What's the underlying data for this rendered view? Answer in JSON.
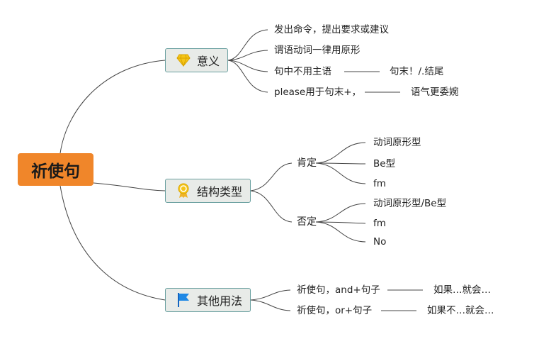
{
  "root": {
    "label": "祈使句"
  },
  "branches": [
    {
      "label": "意义",
      "icon": "diamond-icon",
      "items": [
        {
          "text": "发出命令，提出要求或建议"
        },
        {
          "text": "谓语动词一律用原形"
        },
        {
          "text": "句中不用主语",
          "note": "句末！/.结尾"
        },
        {
          "text": "please用于句末+，",
          "note": "语气更委婉"
        }
      ]
    },
    {
      "label": "结构类型",
      "icon": "award-icon",
      "groups": [
        {
          "label": "肯定",
          "items": [
            "动词原形型",
            "Be型",
            "fm"
          ]
        },
        {
          "label": "否定",
          "items": [
            "动词原形型/Be型",
            "fm",
            "No"
          ]
        }
      ]
    },
    {
      "label": "其他用法",
      "icon": "flag-icon",
      "items": [
        {
          "text": "祈使句，and+句子",
          "note": "如果…就会…"
        },
        {
          "text": "祈使句，or+句子",
          "note": "如果不…就会…"
        }
      ]
    }
  ],
  "colors": {
    "root": "#f0862a",
    "branch_bg": "#e8ebe8",
    "branch_border": "#6aa0a0",
    "line": "#444444"
  }
}
